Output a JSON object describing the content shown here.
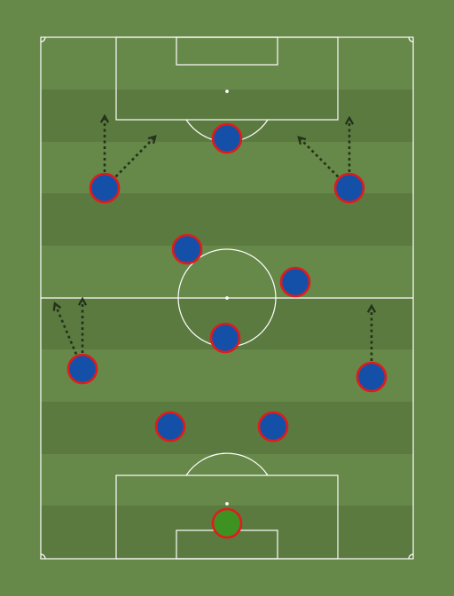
{
  "colors": {
    "grass_light": "#668848",
    "grass_dark": "#5b7a3f",
    "lines": "#ffffff",
    "player_fill": "#1550a8",
    "player_ring": "#e11b1b",
    "keeper_fill": "#3e9222",
    "arrow": "#22321a"
  },
  "players": [
    {
      "role": "goalkeeper",
      "keeper": true
    },
    {
      "role": "centre-back-left"
    },
    {
      "role": "centre-back-right"
    },
    {
      "role": "left-back"
    },
    {
      "role": "right-back"
    },
    {
      "role": "defensive-midfielder"
    },
    {
      "role": "central-midfielder-left"
    },
    {
      "role": "central-midfielder-right"
    },
    {
      "role": "left-winger"
    },
    {
      "role": "right-winger"
    },
    {
      "role": "striker"
    }
  ],
  "movement_arrows": [
    {
      "from_role": "left-winger",
      "direction": "forward"
    },
    {
      "from_role": "left-winger",
      "direction": "diagonal-inside"
    },
    {
      "from_role": "right-winger",
      "direction": "forward"
    },
    {
      "from_role": "right-winger",
      "direction": "diagonal-inside"
    },
    {
      "from_role": "left-back",
      "direction": "forward"
    },
    {
      "from_role": "left-back",
      "direction": "diagonal-outside"
    },
    {
      "from_role": "right-back",
      "direction": "forward"
    }
  ]
}
